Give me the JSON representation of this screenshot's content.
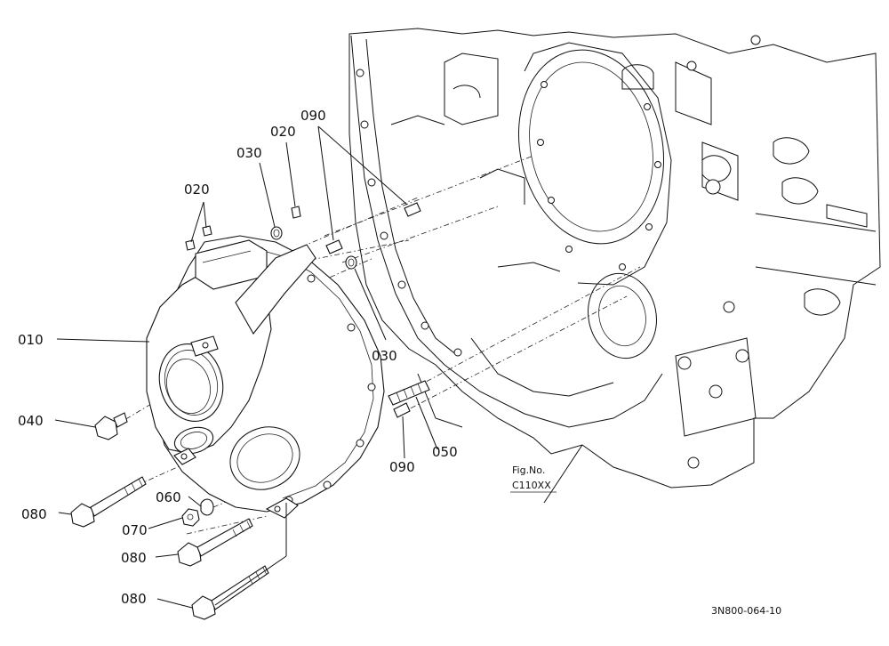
{
  "callouts": {
    "p010": "010",
    "p020a": "020",
    "p020b": "020",
    "p030a": "030",
    "p030b": "030",
    "p040": "040",
    "p050": "050",
    "p060": "060",
    "p070": "070",
    "p080a": "080",
    "p080b": "080",
    "p080c": "080",
    "p090a": "090",
    "p090b": "090"
  },
  "figure_ref": {
    "line1": "Fig.No.",
    "line2": "C110XX"
  },
  "drawing_code": "3N800-064-10"
}
